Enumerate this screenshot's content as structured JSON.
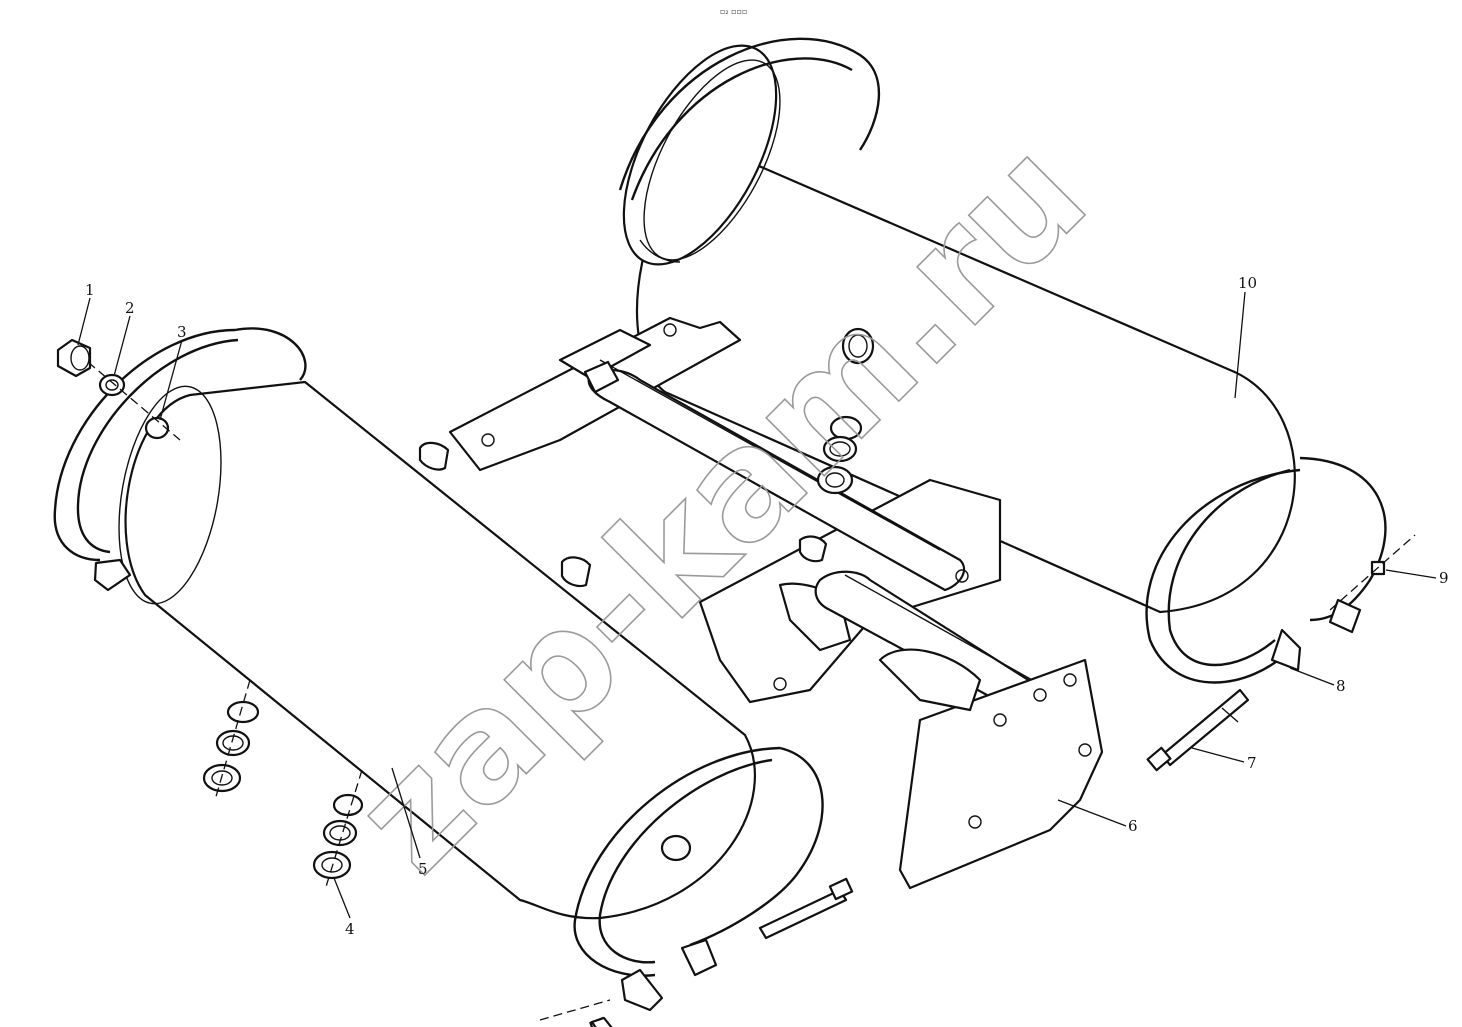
{
  "header": {
    "text": "▫₂ ▫▫▫"
  },
  "watermark": {
    "text": "zap-kam.ru"
  },
  "callouts": [
    {
      "label": "1"
    },
    {
      "label": "2"
    },
    {
      "label": "3"
    },
    {
      "label": "4"
    },
    {
      "label": "5"
    },
    {
      "label": "6"
    },
    {
      "label": "7"
    },
    {
      "label": "8"
    },
    {
      "label": "9"
    },
    {
      "label": "10"
    }
  ]
}
